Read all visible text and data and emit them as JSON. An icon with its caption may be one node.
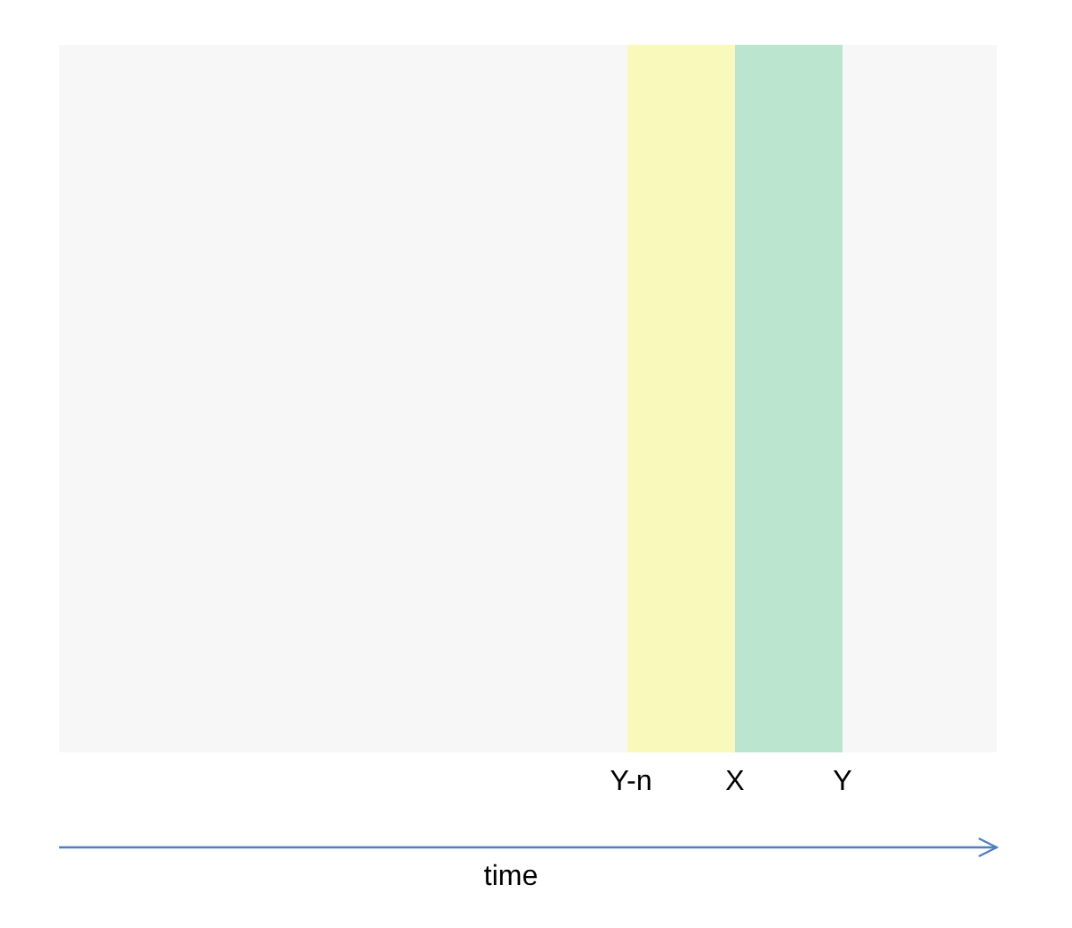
{
  "diagram": {
    "labels": [
      "Y-n",
      "X",
      "Y",
      "time"
    ]
  }
}
